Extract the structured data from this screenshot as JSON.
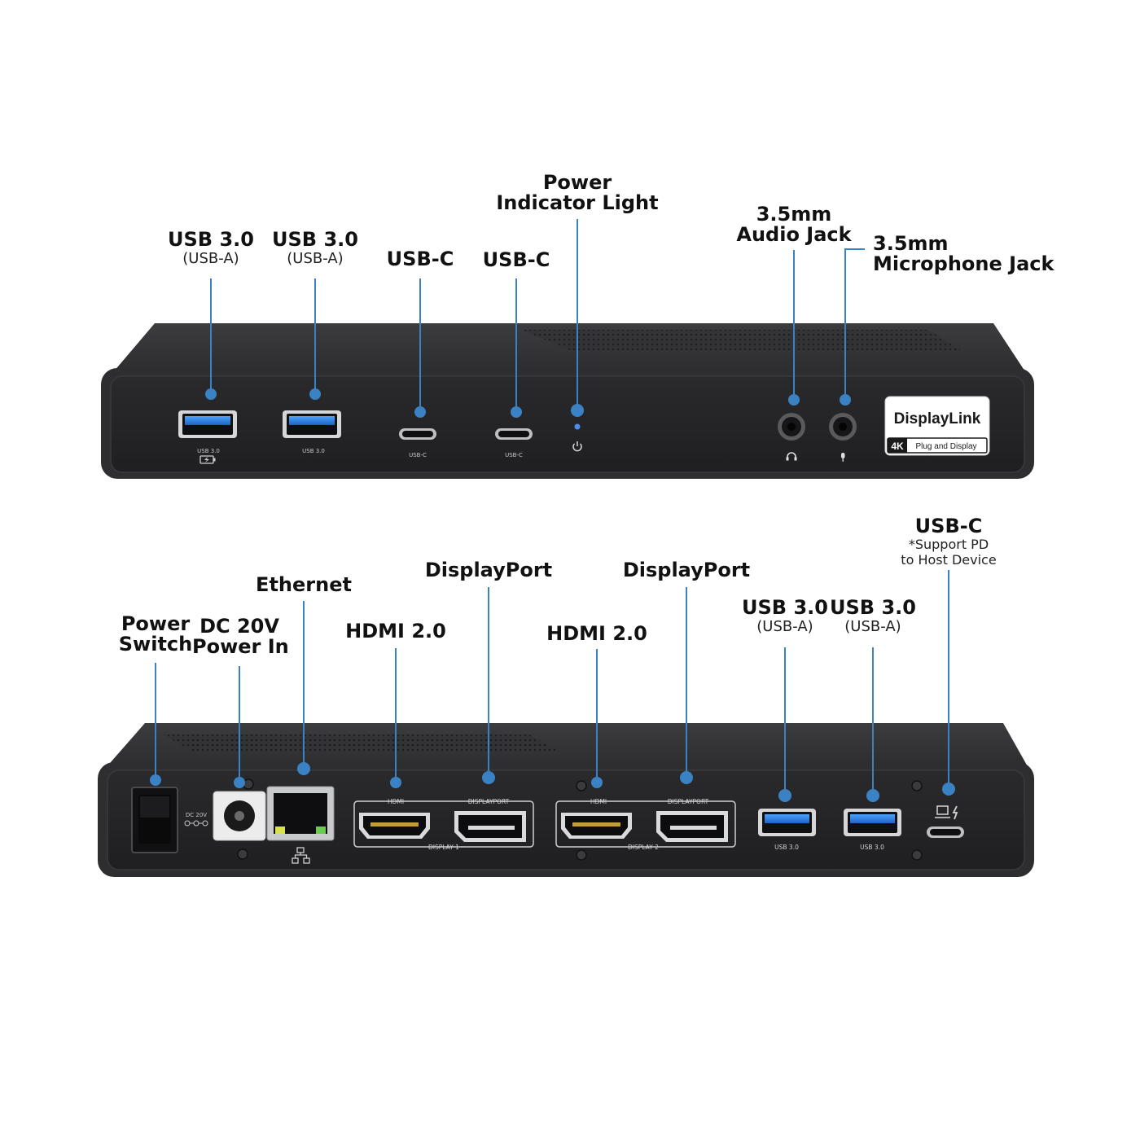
{
  "colors": {
    "accent": "#3a82c4",
    "body": "#2b2b2d",
    "face": "#242426",
    "text": "#111111",
    "port_blue": "#2f7fd8"
  },
  "front": {
    "labels": {
      "usb_a_1": {
        "title": "USB 3.0",
        "sub": "(USB-A)"
      },
      "usb_a_2": {
        "title": "USB 3.0",
        "sub": "(USB-A)"
      },
      "usb_c_1": {
        "title": "USB-C"
      },
      "usb_c_2": {
        "title": "USB-C"
      },
      "power_light": {
        "line1": "Power",
        "line2": "Indicator Light"
      },
      "audio": {
        "line1": "3.5mm",
        "line2": "Audio Jack"
      },
      "mic": {
        "line1": "3.5mm",
        "line2": "Microphone Jack"
      }
    },
    "engraved": {
      "usb_a_1": "USB 3.0",
      "usb_a_2": "USB 3.0",
      "usb_c_1": "USB-C",
      "usb_c_2": "USB-C"
    },
    "badge": {
      "brand": "DisplayLink",
      "res": "4K",
      "tagline": "Plug and Display"
    }
  },
  "back": {
    "labels": {
      "power_switch": {
        "line1": "Power",
        "line2": "Switch"
      },
      "dc_in": {
        "line1": "DC 20V",
        "line2": "Power In"
      },
      "ethernet": {
        "title": "Ethernet"
      },
      "hdmi_1": {
        "title": "HDMI 2.0"
      },
      "dp_1": {
        "title": "DisplayPort"
      },
      "hdmi_2": {
        "title": "HDMI 2.0"
      },
      "dp_2": {
        "title": "DisplayPort"
      },
      "usb_a_1": {
        "title": "USB 3.0",
        "sub": "(USB-A)"
      },
      "usb_a_2": {
        "title": "USB 3.0",
        "sub": "(USB-A)"
      },
      "usb_c": {
        "title": "USB-C",
        "sub1": "*Support PD",
        "sub2": "to Host Device"
      }
    },
    "engraved": {
      "dc": "DC 20V",
      "hdmi_1": "HDMI",
      "dp_1": "DISPLAYPORT",
      "display_1": "DISPLAY 1",
      "hdmi_2": "HDMI",
      "dp_2": "DISPLAYPORT",
      "display_2": "DISPLAY 2",
      "usb_a_1": "USB 3.0",
      "usb_a_2": "USB 3.0"
    }
  }
}
